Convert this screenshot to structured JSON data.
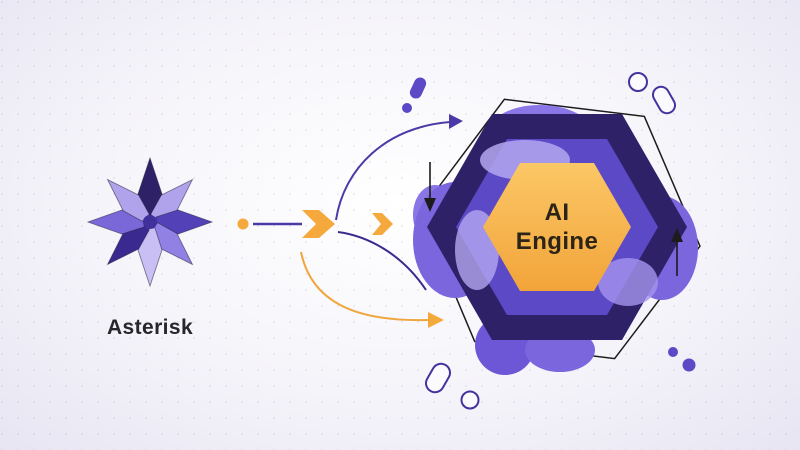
{
  "diagram": {
    "source": {
      "label": "Asterisk"
    },
    "engine": {
      "line1": "AI",
      "line2": "Engine"
    },
    "colors": {
      "dark_purple": "#2e2168",
      "mid_purple": "#5b49c6",
      "light_purple": "#b0a3ec",
      "blob_purple": "#7b66de",
      "blob_purple_light": "#8a76e6",
      "orange": "#f5a93d",
      "orange_light": "#fbc766",
      "ink": "#1c1c1c",
      "text_dark": "#2b2417",
      "bg_center": "#ffffff",
      "bg_edge": "#e7e5f2"
    },
    "icons": {
      "asterisk_logo": "8-point purple asterisk star",
      "flow_dot": "small orange circle",
      "chevron_arrow": "solid orange double chevron pointing right",
      "curve_arrows": "purple and orange curved connector arrows",
      "hexagon_stack": "nested purple hexagons with orange core",
      "sketch_hexagon": "thin black outline hexagon, rotated",
      "deco_shapes": "small purple pills, dots and outline circles"
    }
  }
}
